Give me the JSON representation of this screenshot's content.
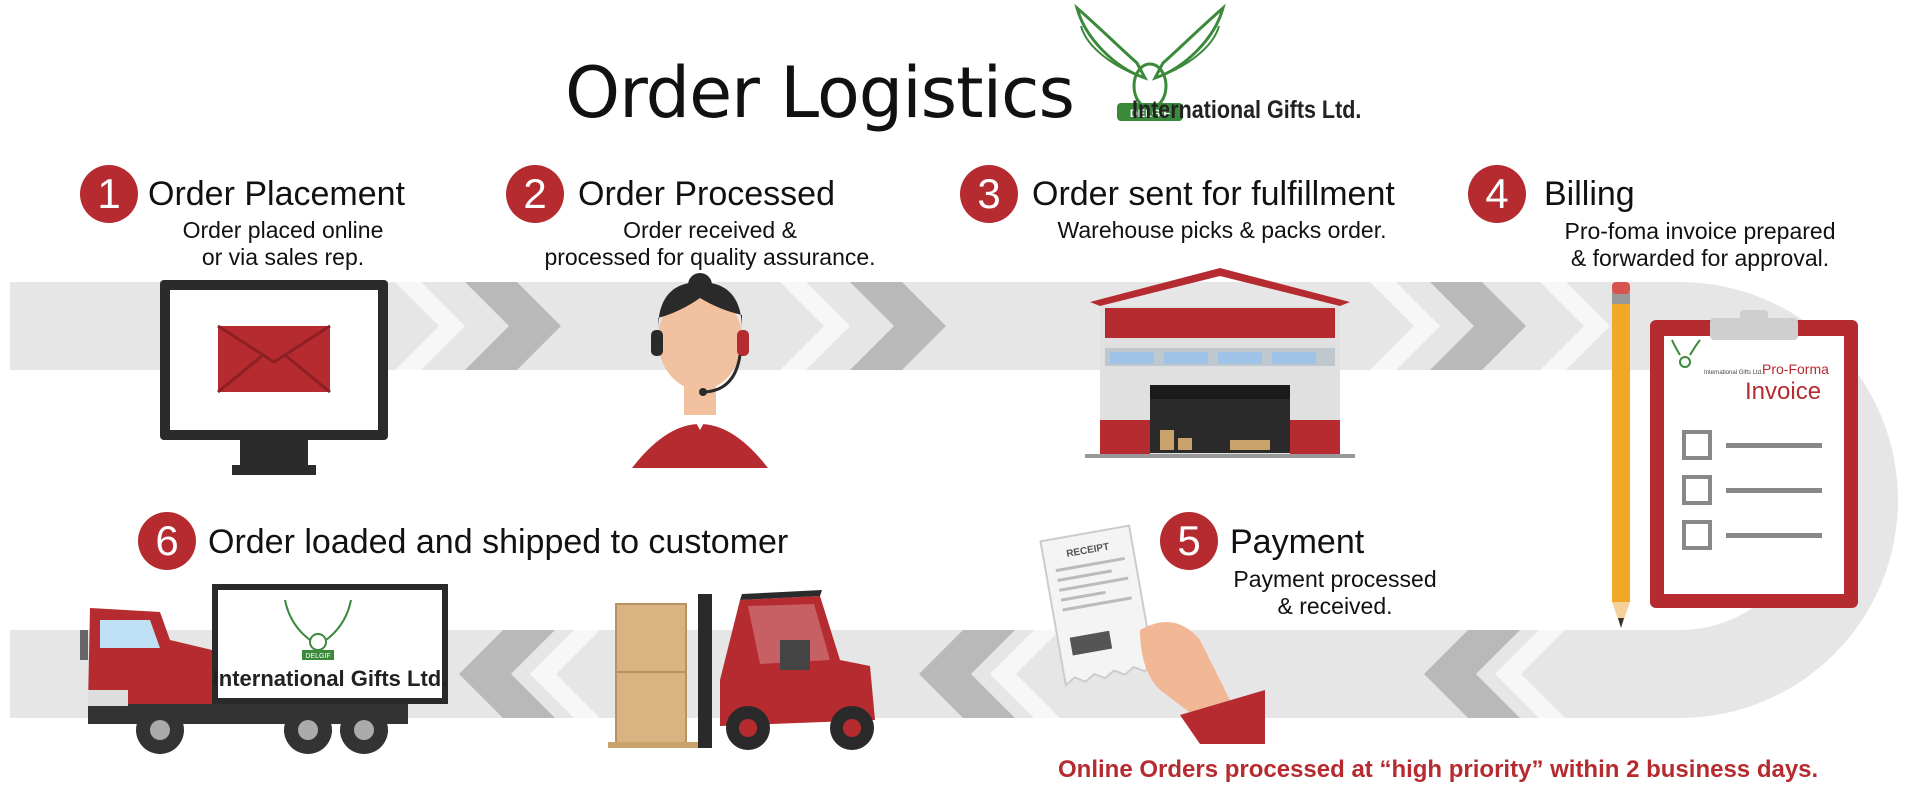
{
  "header": {
    "title": "Order Logistics",
    "company": "International Gifts Ltd.",
    "logo_text": "DELGIF"
  },
  "steps": [
    {
      "num": "1",
      "title": "Order Placement",
      "desc": "Order placed online\nor via sales rep.",
      "icon": "monitor-envelope-icon"
    },
    {
      "num": "2",
      "title": "Order Processed",
      "desc": "Order received &\nprocessed for quality assurance.",
      "icon": "support-agent-icon"
    },
    {
      "num": "3",
      "title": "Order sent for fulfillment",
      "desc": "Warehouse picks & packs order.",
      "icon": "warehouse-icon"
    },
    {
      "num": "4",
      "title": "Billing",
      "desc": "Pro-foma invoice prepared\n& forwarded for approval.",
      "icon": "clipboard-invoice-icon"
    },
    {
      "num": "5",
      "title": "Payment",
      "desc": "Payment processed\n& received.",
      "icon": "receipt-hand-icon"
    },
    {
      "num": "6",
      "title": "Order loaded and shipped to customer",
      "desc": "",
      "icon": "truck-forklift-icon"
    }
  ],
  "invoice": {
    "label1": "Pro-Forma",
    "label2": "Invoice",
    "mini_company": "International Gifts Ltd."
  },
  "receipt": {
    "label": "RECEIPT"
  },
  "truck": {
    "company": "International Gifts Ltd.",
    "logo_text": "DELGIF"
  },
  "footer_note": "Online Orders processed at “high priority” within 2 business days.",
  "colors": {
    "accent": "#b52b30",
    "band": "#e6e6e6",
    "chevron": "#b9b9b9",
    "dark": "#333333"
  }
}
